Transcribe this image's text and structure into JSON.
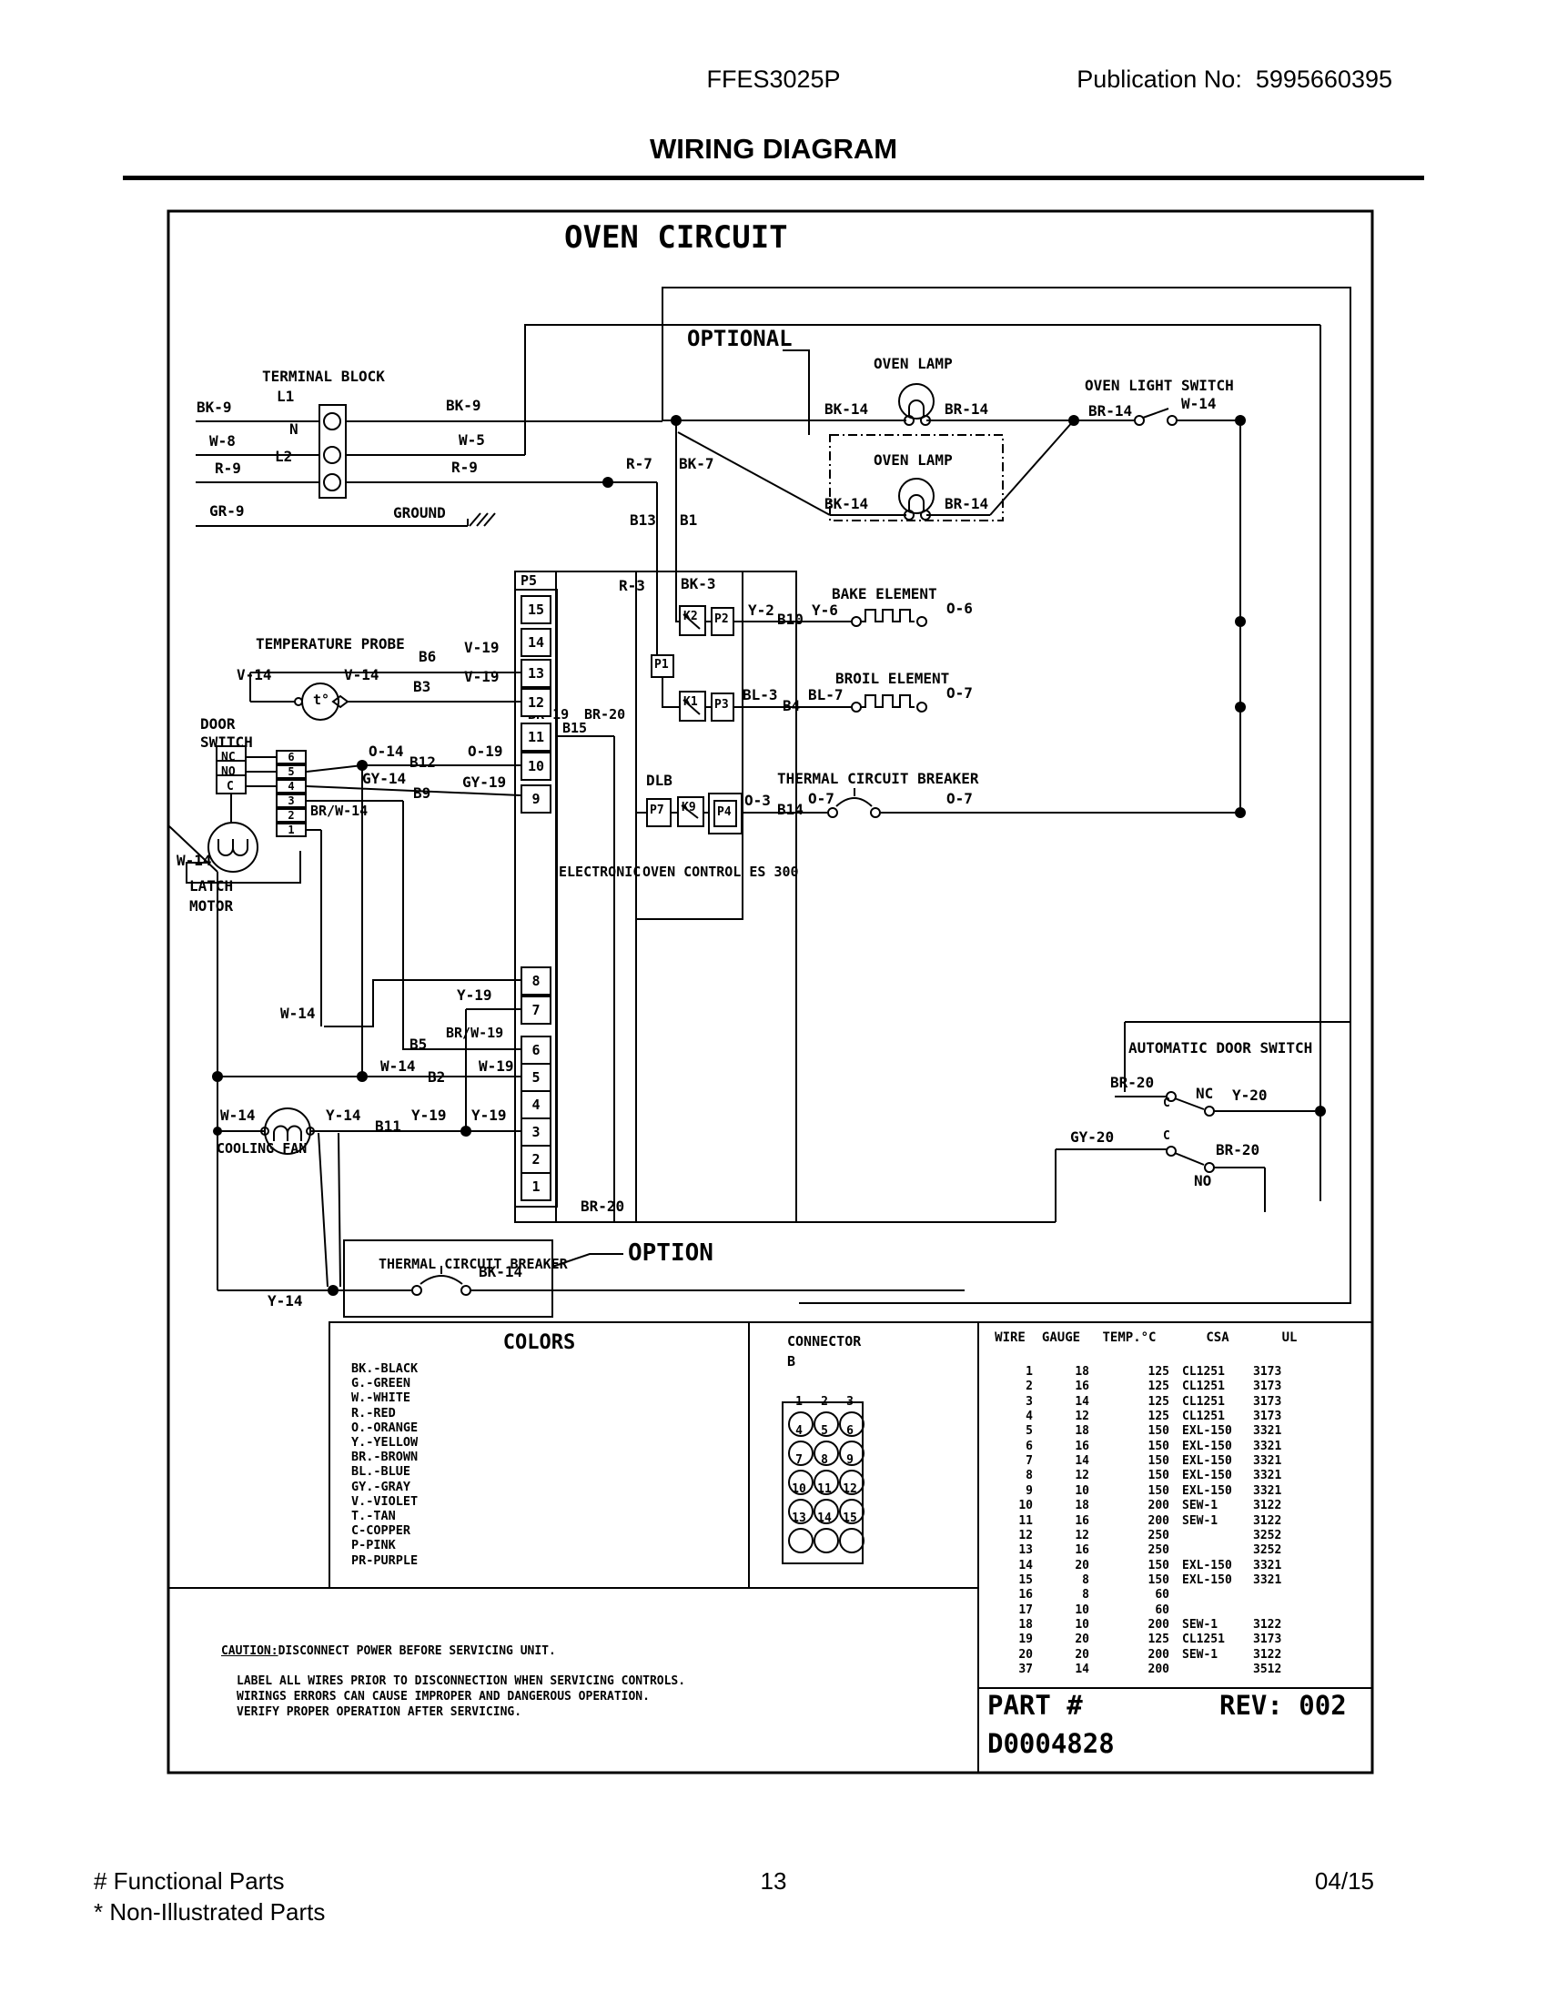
{
  "header": {
    "model": "FFES3025P",
    "publication": "Publication No:  5995660395",
    "title": "WIRING DIAGRAM"
  },
  "diagram": {
    "title": "OVEN CIRCUIT",
    "labels": [
      [
        "OVEN CIRCUIT",
        620,
        244,
        34
      ],
      [
        "OPTIONAL",
        755,
        360,
        24
      ],
      [
        "OVEN LAMP",
        960,
        392
      ],
      [
        "OVEN LIGHT SWITCH",
        1192,
        416
      ],
      [
        "BK-14",
        906,
        442
      ],
      [
        "BR-14",
        1038,
        442
      ],
      [
        "BR-14",
        1196,
        444
      ],
      [
        "W-14",
        1298,
        436
      ],
      [
        "OVEN LAMP",
        960,
        498
      ],
      [
        "BK-14",
        906,
        546
      ],
      [
        "BR-14",
        1038,
        546
      ],
      [
        "TERMINAL BLOCK",
        288,
        406
      ],
      [
        "L1",
        304,
        428
      ],
      [
        "N",
        318,
        464
      ],
      [
        "L2",
        302,
        494
      ],
      [
        "BK-9",
        216,
        440
      ],
      [
        "W-8",
        230,
        477
      ],
      [
        "R-9",
        236,
        507
      ],
      [
        "GR-9",
        230,
        554
      ],
      [
        "BK-9",
        490,
        438
      ],
      [
        "W-5",
        504,
        476
      ],
      [
        "R-9",
        496,
        506
      ],
      [
        "GROUND",
        432,
        556
      ],
      [
        "R-7",
        688,
        502
      ],
      [
        "BK-7",
        746,
        502
      ],
      [
        "B13",
        692,
        564
      ],
      [
        "B1",
        747,
        564
      ],
      [
        "R-3",
        680,
        636
      ],
      [
        "BK-3",
        748,
        634
      ],
      [
        "P5",
        572,
        631,
        15
      ],
      [
        "TEMPERATURE PROBE",
        281,
        700
      ],
      [
        "B6",
        460,
        714
      ],
      [
        "V-19",
        510,
        704
      ],
      [
        "V-14",
        260,
        734
      ],
      [
        "V-14",
        378,
        734
      ],
      [
        "B3",
        454,
        747
      ],
      [
        "V-19",
        510,
        736
      ],
      [
        "DOOR",
        220,
        788
      ],
      [
        "SWITCH",
        220,
        808
      ],
      [
        "NC",
        243,
        826,
        13
      ],
      [
        "NO",
        243,
        842,
        13
      ],
      [
        "C",
        249,
        858,
        13
      ],
      [
        "O-14",
        405,
        818
      ],
      [
        "B12",
        450,
        830
      ],
      [
        "O-19",
        514,
        818
      ],
      [
        "GY-14",
        398,
        848
      ],
      [
        "B9",
        454,
        864
      ],
      [
        "GY-19",
        508,
        852
      ],
      [
        "BR/W-14",
        341,
        884,
        15
      ],
      [
        "LATCH",
        208,
        966
      ],
      [
        "MOTOR",
        208,
        988
      ],
      [
        "BR-19",
        580,
        778,
        15
      ],
      [
        "B15",
        618,
        793,
        15
      ],
      [
        "BR-20",
        642,
        778,
        15
      ],
      [
        "K2",
        751,
        671,
        13
      ],
      [
        "P2",
        785,
        674,
        13
      ],
      [
        "P1",
        719,
        724,
        13
      ],
      [
        "K1",
        751,
        765,
        13
      ],
      [
        "P3",
        785,
        768,
        13
      ],
      [
        "DLB",
        710,
        850
      ],
      [
        "P7",
        714,
        884,
        13
      ],
      [
        "K9",
        749,
        881,
        13
      ],
      [
        "P4",
        788,
        886,
        13
      ],
      [
        "BAKE ELEMENT",
        914,
        645
      ],
      [
        "Y-2",
        822,
        663
      ],
      [
        "B10",
        854,
        673
      ],
      [
        "Y-6",
        892,
        663
      ],
      [
        "O-6",
        1040,
        661
      ],
      [
        "BROIL ELEMENT",
        918,
        738
      ],
      [
        "BL-3",
        816,
        756
      ],
      [
        "B4",
        860,
        768
      ],
      [
        "BL-7",
        888,
        756
      ],
      [
        "O-7",
        1040,
        754
      ],
      [
        "THERMAL CIRCUIT BREAKER",
        854,
        848
      ],
      [
        "O-3",
        818,
        872
      ],
      [
        "B14",
        854,
        882
      ],
      [
        "O-7",
        888,
        870
      ],
      [
        "O-7",
        1040,
        870
      ],
      [
        "ELECTRONIC",
        614,
        951,
        15
      ],
      [
        "OVEN CONTROL ES 300",
        706,
        951,
        15
      ],
      [
        "t°",
        344,
        762,
        15
      ],
      [
        "W-14",
        194,
        938
      ],
      [
        "Y-19",
        502,
        1086
      ],
      [
        "B5",
        450,
        1140
      ],
      [
        "BR/W-19",
        490,
        1128,
        15
      ],
      [
        "W-14",
        418,
        1164
      ],
      [
        "B2",
        470,
        1176
      ],
      [
        "W-19",
        526,
        1164
      ],
      [
        "W-14",
        308,
        1106
      ],
      [
        "W-14",
        242,
        1218
      ],
      [
        "Y-14",
        358,
        1218
      ],
      [
        "B11",
        412,
        1230
      ],
      [
        "Y-19",
        452,
        1218
      ],
      [
        "Y-19",
        518,
        1218
      ],
      [
        "COOLING FAN",
        238,
        1255,
        15
      ],
      [
        "AUTOMATIC DOOR SWITCH",
        1240,
        1144
      ],
      [
        "BR-20",
        1220,
        1182
      ],
      [
        "C",
        1278,
        1206,
        13
      ],
      [
        "NC",
        1314,
        1194
      ],
      [
        "Y-20",
        1354,
        1196
      ],
      [
        "GY-20",
        1176,
        1242
      ],
      [
        "C",
        1278,
        1242,
        13
      ],
      [
        "NO",
        1312,
        1290
      ],
      [
        "BR-20",
        1336,
        1256
      ],
      [
        "BR-20",
        638,
        1318
      ],
      [
        "THERMAL CIRCUIT BREAKER",
        416,
        1382,
        15
      ],
      [
        "BK-14",
        526,
        1390
      ],
      [
        "Y-14",
        294,
        1422
      ],
      [
        "OPTION",
        690,
        1364,
        26
      ]
    ],
    "eoc_pins": [
      [
        "15",
        654
      ],
      [
        "14",
        690
      ],
      [
        "13",
        724
      ],
      [
        "12",
        756
      ],
      [
        "11",
        794
      ],
      [
        "10",
        826
      ],
      [
        "9",
        862
      ],
      [
        "8",
        1062
      ],
      [
        "7",
        1094
      ],
      [
        "6",
        1138
      ],
      [
        "5",
        1168
      ],
      [
        "4",
        1198
      ],
      [
        "3",
        1228
      ],
      [
        "2",
        1258
      ],
      [
        "1",
        1288
      ]
    ],
    "door_pins": [
      [
        "6",
        824
      ],
      [
        "5",
        840
      ],
      [
        "4",
        856
      ],
      [
        "3",
        872
      ],
      [
        "2",
        888
      ],
      [
        "1",
        904
      ]
    ]
  },
  "colors_panel": {
    "title": "COLORS",
    "items": [
      "BK.-BLACK",
      "G.-GREEN",
      "W.-WHITE",
      "R.-RED",
      "O.-ORANGE",
      "Y.-YELLOW",
      "BR.-BROWN",
      "BL.-BLUE",
      "GY.-GRAY",
      "V.-VIOLET",
      "T.-TAN",
      "C-COPPER",
      "P-PINK",
      "PR-PURPLE"
    ]
  },
  "connector_panel": {
    "title": "CONNECTOR",
    "subtitle": "B",
    "pins": [
      "1",
      "2",
      "3",
      "4",
      "5",
      "6",
      "7",
      "8",
      "9",
      "10",
      "11",
      "12",
      "13",
      "14",
      "15"
    ]
  },
  "wire_table": {
    "headers": [
      "WIRE",
      "GAUGE",
      "TEMP.°C",
      "CSA",
      "UL"
    ],
    "rows": [
      [
        "1",
        "18",
        "125",
        "CL1251",
        "3173"
      ],
      [
        "2",
        "16",
        "125",
        "CL1251",
        "3173"
      ],
      [
        "3",
        "14",
        "125",
        "CL1251",
        "3173"
      ],
      [
        "4",
        "12",
        "125",
        "CL1251",
        "3173"
      ],
      [
        "5",
        "18",
        "150",
        "EXL-150",
        "3321"
      ],
      [
        "6",
        "16",
        "150",
        "EXL-150",
        "3321"
      ],
      [
        "7",
        "14",
        "150",
        "EXL-150",
        "3321"
      ],
      [
        "8",
        "12",
        "150",
        "EXL-150",
        "3321"
      ],
      [
        "9",
        "10",
        "150",
        "EXL-150",
        "3321"
      ],
      [
        "10",
        "18",
        "200",
        "SEW-1",
        "3122"
      ],
      [
        "11",
        "16",
        "200",
        "SEW-1",
        "3122"
      ],
      [
        "12",
        "12",
        "250",
        "",
        "3252"
      ],
      [
        "13",
        "16",
        "250",
        "",
        "3252"
      ],
      [
        "14",
        "20",
        "150",
        "EXL-150",
        "3321"
      ],
      [
        "15",
        "8",
        "150",
        "EXL-150",
        "3321"
      ],
      [
        "16",
        "8",
        "60",
        "",
        ""
      ],
      [
        "17",
        "10",
        "60",
        "",
        ""
      ],
      [
        "18",
        "10",
        "200",
        "SEW-1",
        "3122"
      ],
      [
        "19",
        "20",
        "125",
        "CL1251",
        "3173"
      ],
      [
        "20",
        "20",
        "200",
        "SEW-1",
        "3122"
      ],
      [
        "37",
        "14",
        "200",
        "",
        "3512"
      ]
    ]
  },
  "part_box": {
    "part_label": "PART #",
    "rev": "REV: 002",
    "part_number": "D0004828"
  },
  "caution": {
    "prefix": "CAUTION:",
    "lines": [
      "DISCONNECT POWER BEFORE SERVICING UNIT.",
      "LABEL ALL WIRES PRIOR TO DISCONNECTION WHEN SERVICING CONTROLS.",
      "WIRINGS ERRORS CAN CAUSE IMPROPER AND DANGEROUS OPERATION.",
      "VERIFY PROPER OPERATION AFTER SERVICING."
    ]
  },
  "footer": {
    "left1": "# Functional Parts",
    "left2": "* Non-Illustrated Parts",
    "page": "13",
    "date": "04/15"
  }
}
